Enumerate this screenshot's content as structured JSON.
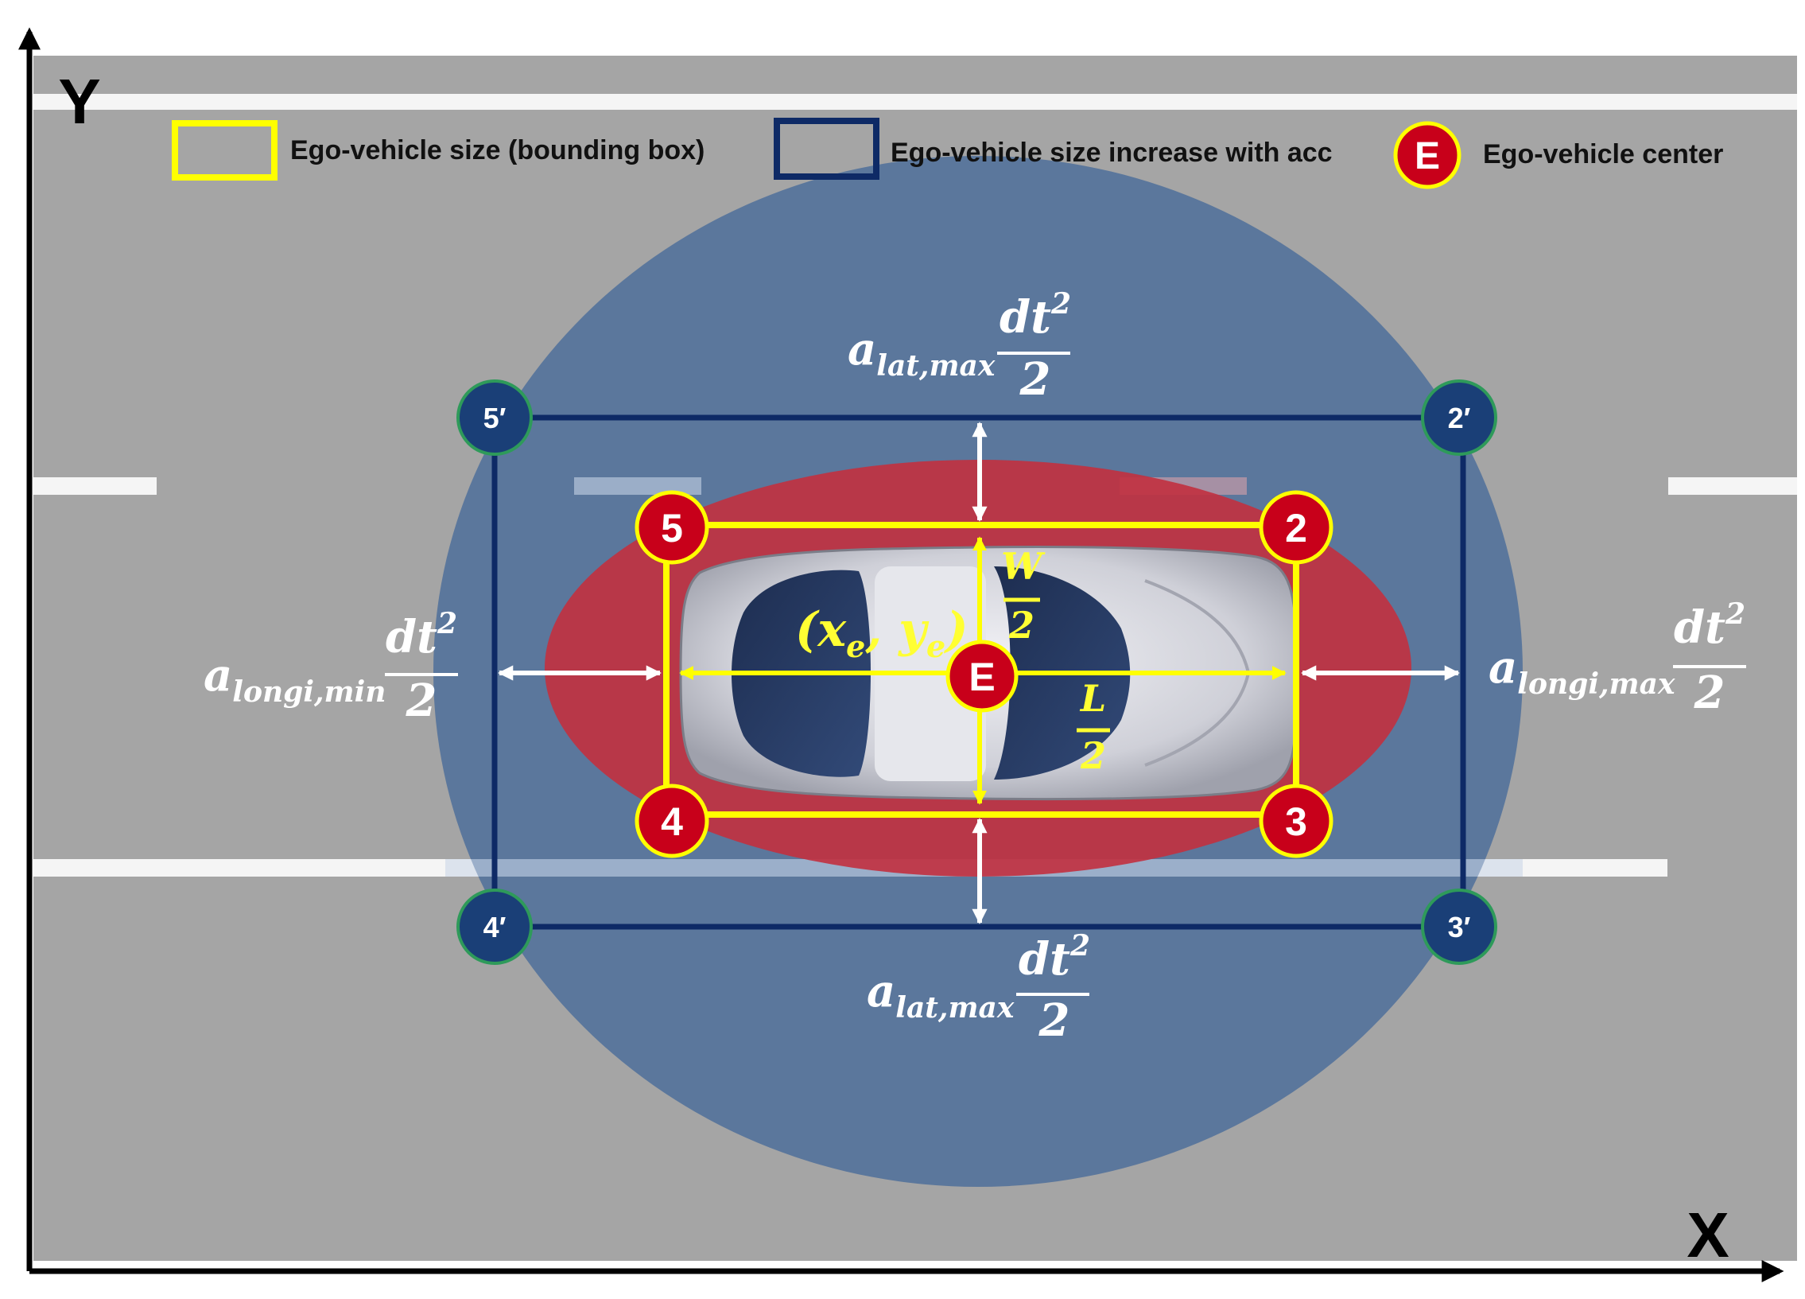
{
  "axes": {
    "x_label": "X",
    "y_label": "Y"
  },
  "legend": {
    "bounding_box_label": "Ego-vehicle size (bounding box)",
    "increase_label": "Ego-vehicle size increase with acc",
    "center_badge": "E",
    "center_label": "Ego-vehicle center"
  },
  "center": {
    "badge": "E",
    "coord_open": "(",
    "coord_x": "x",
    "coord_x_sub": "e",
    "coord_sep": ", ",
    "coord_y": "y",
    "coord_y_sub": "e",
    "coord_close": ")"
  },
  "corners_inner": [
    "2",
    "3",
    "4",
    "5"
  ],
  "corners_outer": [
    "2′",
    "3′",
    "4′",
    "5′"
  ],
  "half_width": {
    "num": "W",
    "den": "2"
  },
  "half_length": {
    "num": "L",
    "den": "2"
  },
  "expansions": {
    "top": {
      "a": "a",
      "sub": "lat,max",
      "num": "dt",
      "exp": "2",
      "den": "2"
    },
    "bottom": {
      "a": "a",
      "sub": "lat,max",
      "num": "dt",
      "exp": "2",
      "den": "2"
    },
    "left": {
      "a": "a",
      "sub": "longi,min",
      "num": "dt",
      "exp": "2",
      "den": "2"
    },
    "right": {
      "a": "a",
      "sub": "longi,max",
      "num": "dt",
      "exp": "2",
      "den": "2"
    }
  },
  "colors": {
    "road": "#a9a9a9",
    "outer_ellipse": "#4d6e9a",
    "inner_ellipse": "#c2303f",
    "bbox_yellow": "#ffff00",
    "outer_box_navy": "#0e2a66",
    "inner_marker_red": "#c8001a",
    "outer_marker_teal": "#1a3f77",
    "label_yellow": "#ffff33"
  }
}
